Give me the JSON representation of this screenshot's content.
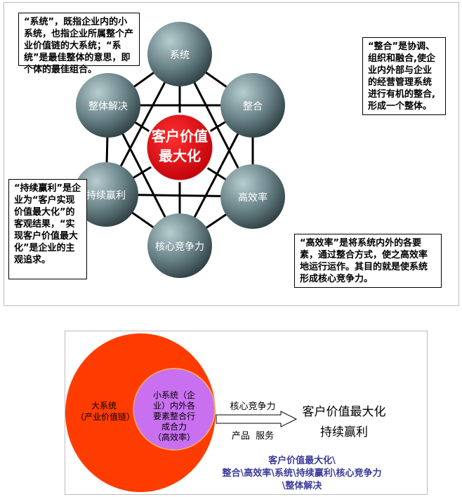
{
  "top": {
    "center": "客户价值\n最大化",
    "nodes": [
      "系统",
      "整合",
      "高效率",
      "核心竞争力",
      "持续赢利",
      "整体解决"
    ],
    "callouts": {
      "system": "“系统”，既指企业内的小系统，也指企业所属整个产业价值链的大系统；“系统”是最佳整体的意思，即个体的最佳组合。",
      "integration": "“整合”是协调、组织和融合,使企业内外部与企业的经营管理系统进行有机的整合,形成一个整体。",
      "profit": "“持续赢利”是企业为“客户实现价值最大化”的客观结果，“实现客户价值最大化”是企业的主观追求。",
      "efficiency": "“高效率”是将系统内外的各要素，通过整合方式，使之高效率地运行运作。其目的就是使系统形成核心竞争力。"
    },
    "colors": {
      "node": "#5f7a80",
      "center": "#e8141c"
    }
  },
  "bottom": {
    "outer": "大系统\n（产业价值链）",
    "inner": "小系统（企\n业）内外各\n要素整合行\n成合力\n（高效率）",
    "arrow_top": "核心竞争力",
    "arrow_bottom": "产品  服务",
    "result1": "客户价值最大化",
    "result2": "持续赢利",
    "footer1": "客户价值最大化\\",
    "footer2": "整合\\高效率\\系统\\持续赢利\\核心竞争力",
    "footer3": "\\整体解决",
    "colors": {
      "outer": "#ff3c00",
      "inner": "#c870f0",
      "footer": "#3a3a9a"
    }
  }
}
